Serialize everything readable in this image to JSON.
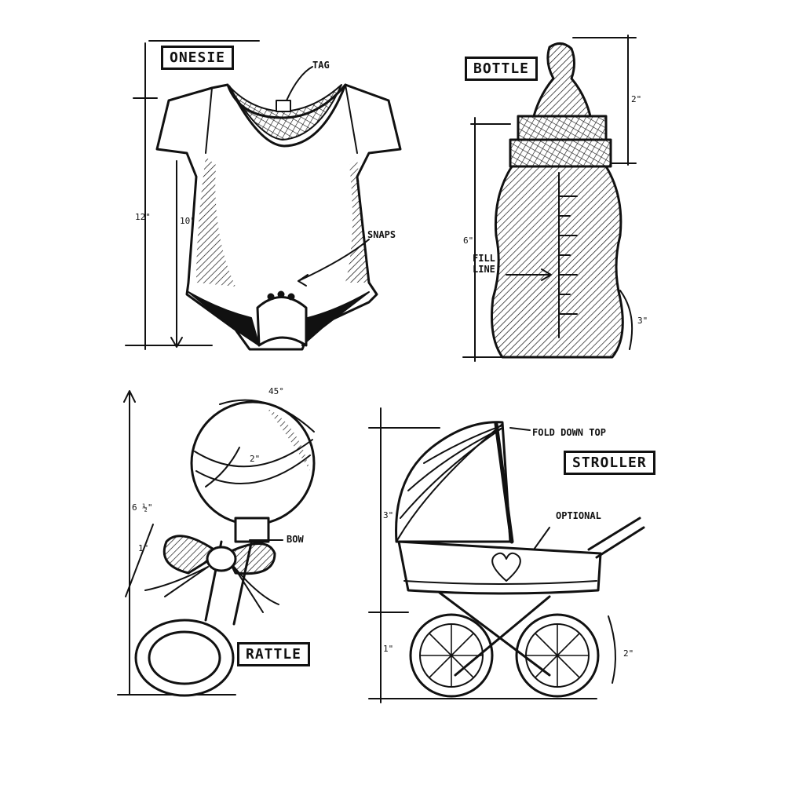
{
  "illustrations": {
    "onesie": {
      "title": "ONESIE",
      "tag_note": "TAG",
      "snaps_note": "SNAPS",
      "height_dim": "12\"",
      "inner_dim": "10\""
    },
    "bottle": {
      "title": "BOTTLE",
      "fill_line_note": "FILL\nLINE",
      "top_dim": "2\"",
      "body_dim": "6\"",
      "width_dim": "3\""
    },
    "rattle": {
      "title": "RATTLE",
      "bow_note": "BOW",
      "ball_dim": "2\"",
      "angle_dim": "45°",
      "height_dim": "6 ½\"",
      "bow_dim": "1\""
    },
    "stroller": {
      "title": "STROLLER",
      "top_note": "FOLD DOWN TOP",
      "optional_note": "OPTIONAL",
      "body_dim": "3\"",
      "base_dim": "1\"",
      "wheel_dim": "2\""
    }
  },
  "colors": {
    "ink": "#111111",
    "paper": "#ffffff"
  }
}
